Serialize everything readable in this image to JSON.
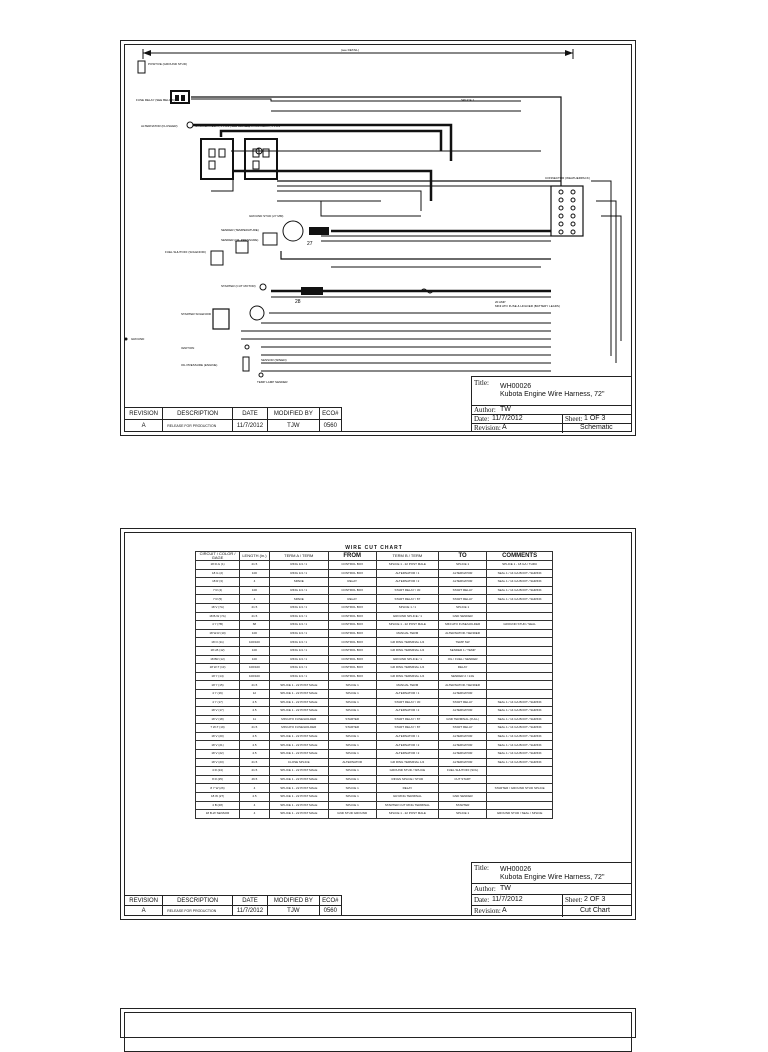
{
  "sheets": [
    {
      "title_block": {
        "title_label": "Title:",
        "title_value": "WH00026",
        "subtitle": "Kubota Engine Wire Harness, 72\"",
        "author_label": "Author:",
        "author_value": "TW",
        "date_label": "Date:",
        "date_value": "11/7/2012",
        "sheet_label": "Sheet:",
        "sheet_value": "1 OF 3",
        "revision_label": "Revision:",
        "revision_value": "A",
        "kind": "Schematic"
      },
      "revision_table": {
        "headers": [
          "REVISION",
          "DESCRIPTION",
          "DATE",
          "MODIFIED BY",
          "ECO#"
        ],
        "row": [
          "A",
          "RELEASE FOR PRODUCTION",
          "11/7/2012",
          "TJW",
          "0560"
        ]
      },
      "schematic": {
        "dimension_label": "(see DETAIL)",
        "callouts": {
          "positive": "POSITIVE (GROUND STUD)",
          "relay": "FUSE RELAY (SEE BELOW)",
          "alternator": "ALTERNATOR (FLUSHER)",
          "aux_relay": "STARTER RELAY, 4 POS (SEE BELOW)",
          "control_relay": "CONTROL RELAY, 4 POS",
          "splice": "SPLICE 1",
          "connector": "CONNECTOR (WEATHERPACK)",
          "glow_plug": "GROUND STUD (27 MM)",
          "hour_meter": "SENDER (TEMPERATURE)",
          "oil_sensor": "SENDER (OIL PRESSURE)",
          "fuel_solenoid": "FUEL SHUTOFF (SOLENOID)",
          "starter": "STARTER (CUT MOTOR)",
          "fuse": "20 AMP",
          "fuse_desc": "MINI ATO FUSE & HOLDER (BATTERY LEADS)",
          "solenoid": "STARTER SOLENOID",
          "ground": "GROUND",
          "ignition": "IGNITION",
          "sensor": "SENSOR (SPEED)",
          "low_oil": "OIL PRESSURE (ENGINE)",
          "lamp": "TEMP LAMP SENDER",
          "node_a": "27",
          "node_b": "28"
        }
      }
    },
    {
      "title_block": {
        "title_label": "Title:",
        "title_value": "WH00026",
        "subtitle": "Kubota Engine Wire Harness, 72\"",
        "author_label": "Author:",
        "author_value": "TW",
        "date_label": "Date:",
        "date_value": "11/7/2012",
        "sheet_label": "Sheet:",
        "sheet_value": "2 OF 3",
        "revision_label": "Revision:",
        "revision_value": "A",
        "kind": "Cut Chart"
      },
      "revision_table": {
        "headers": [
          "REVISION",
          "DESCRIPTION",
          "DATE",
          "MODIFIED BY",
          "ECO#"
        ],
        "row": [
          "A",
          "RELEASE FOR PRODUCTION",
          "11/7/2012",
          "TJW",
          "0560"
        ]
      },
      "wire_cut_chart": {
        "title": "WIRE CUT CHART",
        "headers": [
          "CIRCUIT / COLOR / GAGE",
          "LENGTH (in.)",
          "TERM A / TERM",
          "FROM",
          "TERM B / TERM",
          "TO",
          "COMMENTS"
        ],
        "rows": [
          [
            "18 R-G (1)",
            "21.5",
            "RING 1/4 / 1",
            "CONTROL BOX",
            "SPLICE 1 - 22 POST MALE",
            "SPLICE 1",
            "SPLICE 1 - 18 GA / THRU"
          ],
          [
            "18 G (2)",
            "100",
            "RING 1/4 / 1",
            "CONTROL BOX",
            "ALTERNATOR / 1",
            "ALTERNATOR",
            "SEAL 1 / 14 GA BOOT / SHRINK"
          ],
          [
            "18 R (3)",
            "4",
            "SPADE",
            "RELAY",
            "ALTERNATOR / 2",
            "ALTERNATOR",
            "SEAL 1 / 14 GA BOOT / SHRINK"
          ],
          [
            "7 R (4)",
            "100",
            "RING 1/4 / 1",
            "CONTROL BOX",
            "START RELAY / 30",
            "START RELAY",
            "SEAL 1 / 14 GA BOOT / SHRINK"
          ],
          [
            "7 R (5)",
            "4",
            "SPADE",
            "RELAY",
            "START RELAY / 87",
            "START RELAY",
            "SEAL 1 / 14 GA BOOT / SHRINK"
          ],
          [
            "18 V (7A)",
            "21.5",
            "RING 1/4 / 1",
            "CONTROL BOX",
            "SPLICE 1 / 1",
            "SPLICE 1",
            ""
          ],
          [
            "18 B-W (7A)",
            "21.5",
            "RING 1/4 / 1",
            "CONTROL BOX",
            "GROUND SPLICE / 1",
            "GND SENDER",
            ""
          ],
          [
            "4 Y (7B)",
            "68",
            "RING 1/4 / 1",
            "CONTROL BOX",
            "SPLICE 1 - 22 POST MALE",
            "MINI ATO FUSE/HOLDER",
            "GROUND STUD / SEAL"
          ],
          [
            "18 W-R (10)",
            "100",
            "RING 1/4 / 1",
            "CONTROL BOX",
            "MANUAL TERM",
            "ALTERNATOR / SENDER",
            ""
          ],
          [
            "18 O (11)",
            "100/100",
            "RING 1/4 / 1",
            "CONTROL BOX",
            "GR RING TERMINAL 1/4",
            "TEMP SW",
            ""
          ],
          [
            "18 LB (12)",
            "100",
            "RING 1/4 / 1",
            "CONTROL BOX",
            "GR RING TERMINAL 1/4",
            "SENDER 1 / TEMP",
            ""
          ],
          [
            "18 BR (12)",
            "100",
            "RING 1/4 / 1",
            "CONTROL BOX",
            "GROUND SPLICE / 1",
            "OIL / FUEL / SENDER",
            ""
          ],
          [
            "18 W-T (13)",
            "100/100",
            "RING 1/4 / 1",
            "CONTROL BOX",
            "GR RING TERMINAL 1/4",
            "RELAY",
            ""
          ],
          [
            "18 Y (14)",
            "100/100",
            "RING 1/4 / 1",
            "CONTROL BOX",
            "GR RING TERMINAL 1/4",
            "SENDER 2 / 14G",
            ""
          ],
          [
            "18 Y (15)",
            "21.5",
            "SPLICE 1 - 22 POST MALE",
            "SPLICE 1",
            "MANUAL TERM",
            "ALTERNATOR / SENDER",
            ""
          ],
          [
            "4 Y (16)",
            "12",
            "SPLICE 1 - 22 POST MALE",
            "SPLICE 1",
            "ALTERNATOR / 1",
            "ALTERNATOR",
            ""
          ],
          [
            "4 Y (17)",
            "4.5",
            "SPLICE 1 - 22 POST MALE",
            "SPLICE 1",
            "START RELAY / 30",
            "START RELAY",
            "SEAL 1 / 14 GA BOOT / SHRINK"
          ],
          [
            "18 V (17)",
            "4.5",
            "SPLICE 1 - 22 POST MALE",
            "SPLICE 1",
            "ALTERNATOR / 2",
            "ALTERNATOR",
            "SEAL 1 / 14 GA BOOT / SHRINK"
          ],
          [
            "18 V (18)",
            "11",
            "MINI ATO FUSE/HOLDER",
            "STARTER",
            "START RELAY / 87",
            "GND TERMINAL (FULL)",
            "SEAL 1 / 14 GA BOOT / SHRINK"
          ],
          [
            "7 W-T (19)",
            "21.5",
            "MINI ATO FUSE/HOLDER",
            "STARTER",
            "START RELAY / 87",
            "START RELAY",
            "SEAL 1 / 14 GA BOOT / SHRINK"
          ],
          [
            "18 V (20)",
            "4.5",
            "SPLICE 1 - 22 POST MALE",
            "SPLICE 1",
            "ALTERNATOR / 1",
            "ALTERNATOR",
            "SEAL 1 / 14 GA BOOT / SHRINK"
          ],
          [
            "18 V (21)",
            "4.5",
            "SPLICE 1 - 22 POST MALE",
            "SPLICE 1",
            "ALTERNATOR / 2",
            "ALTERNATOR",
            "SEAL 1 / 14 GA BOOT / SHRINK"
          ],
          [
            "18 V (22)",
            "4.5",
            "SPLICE 1 - 22 POST MALE",
            "SPLICE 1",
            "ALTERNATOR / 2",
            "ALTERNATOR",
            "SEAL 1 / 14 GA BOOT / SHRINK"
          ],
          [
            "18 V (23)",
            "21.5",
            "CLOSE SPLICE",
            "ALTERNATOR",
            "GR RING TERMINAL 1/4",
            "ALTERNATOR",
            "SEAL 1 / 14 GA BOOT / SHRINK"
          ],
          [
            "4 R (24)",
            "21.5",
            "SPLICE 1 - 22 POST MALE",
            "SPLICE 1",
            "GROUND STUD / SPLICE",
            "FUEL SHUTOFF (SOL)",
            ""
          ],
          [
            "8 R (25)",
            "46.5",
            "SPLICE 1 - 22 POST MALE",
            "SPLICE 1",
            "RINGS SPLICE / STUD",
            "CUT START",
            ""
          ],
          [
            "8 Y W (26)",
            "4",
            "SPLICE 1 - 22 POST MALE",
            "SPLICE 1",
            "RELAY",
            "",
            "STARTER / GROUND STUD SPLICE"
          ],
          [
            "18 W (27)",
            "4.5",
            "SPLICE 1 - 22 POST MALE",
            "SPLICE 1",
            "GR RING TERMINAL",
            "GND SENDER",
            ""
          ],
          [
            "4 B (28)",
            "4",
            "SPLICE 1 - 22 POST MALE",
            "SPLICE 1",
            "STARTER CUT RING TERMINAL",
            "STARTER",
            ""
          ],
          [
            "18 B-W SENSOR",
            "4",
            "SPLICE 1 - 22 POST MALE",
            "GND STUD GROUND",
            "SPLICE 1 - 22 POST MALE",
            "SPLICE 1",
            "GROUND STUD / SEAL / SPLICE"
          ]
        ]
      }
    },
    {
      "title_block": {}
    }
  ]
}
